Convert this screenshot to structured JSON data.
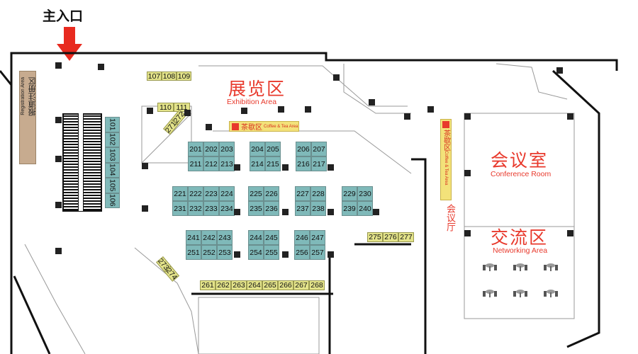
{
  "entrance": {
    "label": "主入口"
  },
  "registration": {
    "cn": "报道注册区",
    "en": "Registration Area"
  },
  "exhibition": {
    "cn": "展览区",
    "en": "Exhibition Area"
  },
  "coffee_horizontal": {
    "cn": "茶歇区",
    "en": "Coffee & Tea Area"
  },
  "coffee_vertical": {
    "cn": "茶歇区",
    "en": "Coffee & Tea Area"
  },
  "hall": {
    "cn": "会议厅"
  },
  "conference": {
    "cn": "会议室",
    "en": "Conference Room"
  },
  "networking": {
    "cn": "交流区",
    "en": "Networking Area"
  },
  "booth_groups": [
    {
      "name": "booths-107-109",
      "color": "yellow",
      "rows": [
        [
          "107",
          "108",
          "109"
        ]
      ]
    },
    {
      "name": "booths-110-111",
      "color": "yellow",
      "rows": [
        [
          "110",
          "111"
        ]
      ]
    },
    {
      "name": "booths-101-106",
      "color": "teal",
      "rows": [
        [
          "101"
        ],
        [
          "102"
        ],
        [
          "103"
        ],
        [
          "104"
        ],
        [
          "105"
        ],
        [
          "106"
        ]
      ]
    },
    {
      "name": "booths-201-213",
      "color": "teal",
      "rows": [
        [
          "201",
          "202",
          "203"
        ],
        [
          "211",
          "212",
          "213"
        ]
      ]
    },
    {
      "name": "booths-204-215",
      "color": "teal",
      "rows": [
        [
          "204",
          "205"
        ],
        [
          "214",
          "215"
        ]
      ]
    },
    {
      "name": "booths-206-217",
      "color": "teal",
      "rows": [
        [
          "206",
          "207"
        ],
        [
          "216",
          "217"
        ]
      ]
    },
    {
      "name": "booths-221-234",
      "color": "teal",
      "rows": [
        [
          "221",
          "222",
          "223",
          "224"
        ],
        [
          "231",
          "232",
          "233",
          "234"
        ]
      ]
    },
    {
      "name": "booths-225-236",
      "color": "teal",
      "rows": [
        [
          "225",
          "226"
        ],
        [
          "235",
          "236"
        ]
      ]
    },
    {
      "name": "booths-227-238",
      "color": "teal",
      "rows": [
        [
          "227",
          "228"
        ],
        [
          "237",
          "238"
        ]
      ]
    },
    {
      "name": "booths-229-240",
      "color": "teal",
      "rows": [
        [
          "229",
          "230"
        ],
        [
          "239",
          "240"
        ]
      ]
    },
    {
      "name": "booths-241-253",
      "color": "teal",
      "rows": [
        [
          "241",
          "242",
          "243"
        ],
        [
          "251",
          "252",
          "253"
        ]
      ]
    },
    {
      "name": "booths-244-255",
      "color": "teal",
      "rows": [
        [
          "244",
          "245"
        ],
        [
          "254",
          "255"
        ]
      ]
    },
    {
      "name": "booths-246-257",
      "color": "teal",
      "rows": [
        [
          "246",
          "247"
        ],
        [
          "256",
          "257"
        ]
      ]
    },
    {
      "name": "booths-275-277",
      "color": "yellow",
      "rows": [
        [
          "275",
          "276",
          "277"
        ]
      ]
    },
    {
      "name": "booths-261-268",
      "color": "yellow",
      "rows": [
        [
          "261",
          "262",
          "263",
          "264",
          "265",
          "266",
          "267",
          "268"
        ]
      ]
    },
    {
      "name": "booths-271-272",
      "color": "yellow",
      "rows": [
        [
          "271",
          "272"
        ]
      ]
    },
    {
      "name": "booths-273-274",
      "color": "yellow",
      "rows": [
        [
          "273",
          "274"
        ]
      ]
    }
  ],
  "colors": {
    "teal": "#7fb9b9",
    "yellow": "#e3e38a",
    "label_red": "#e8392c"
  }
}
